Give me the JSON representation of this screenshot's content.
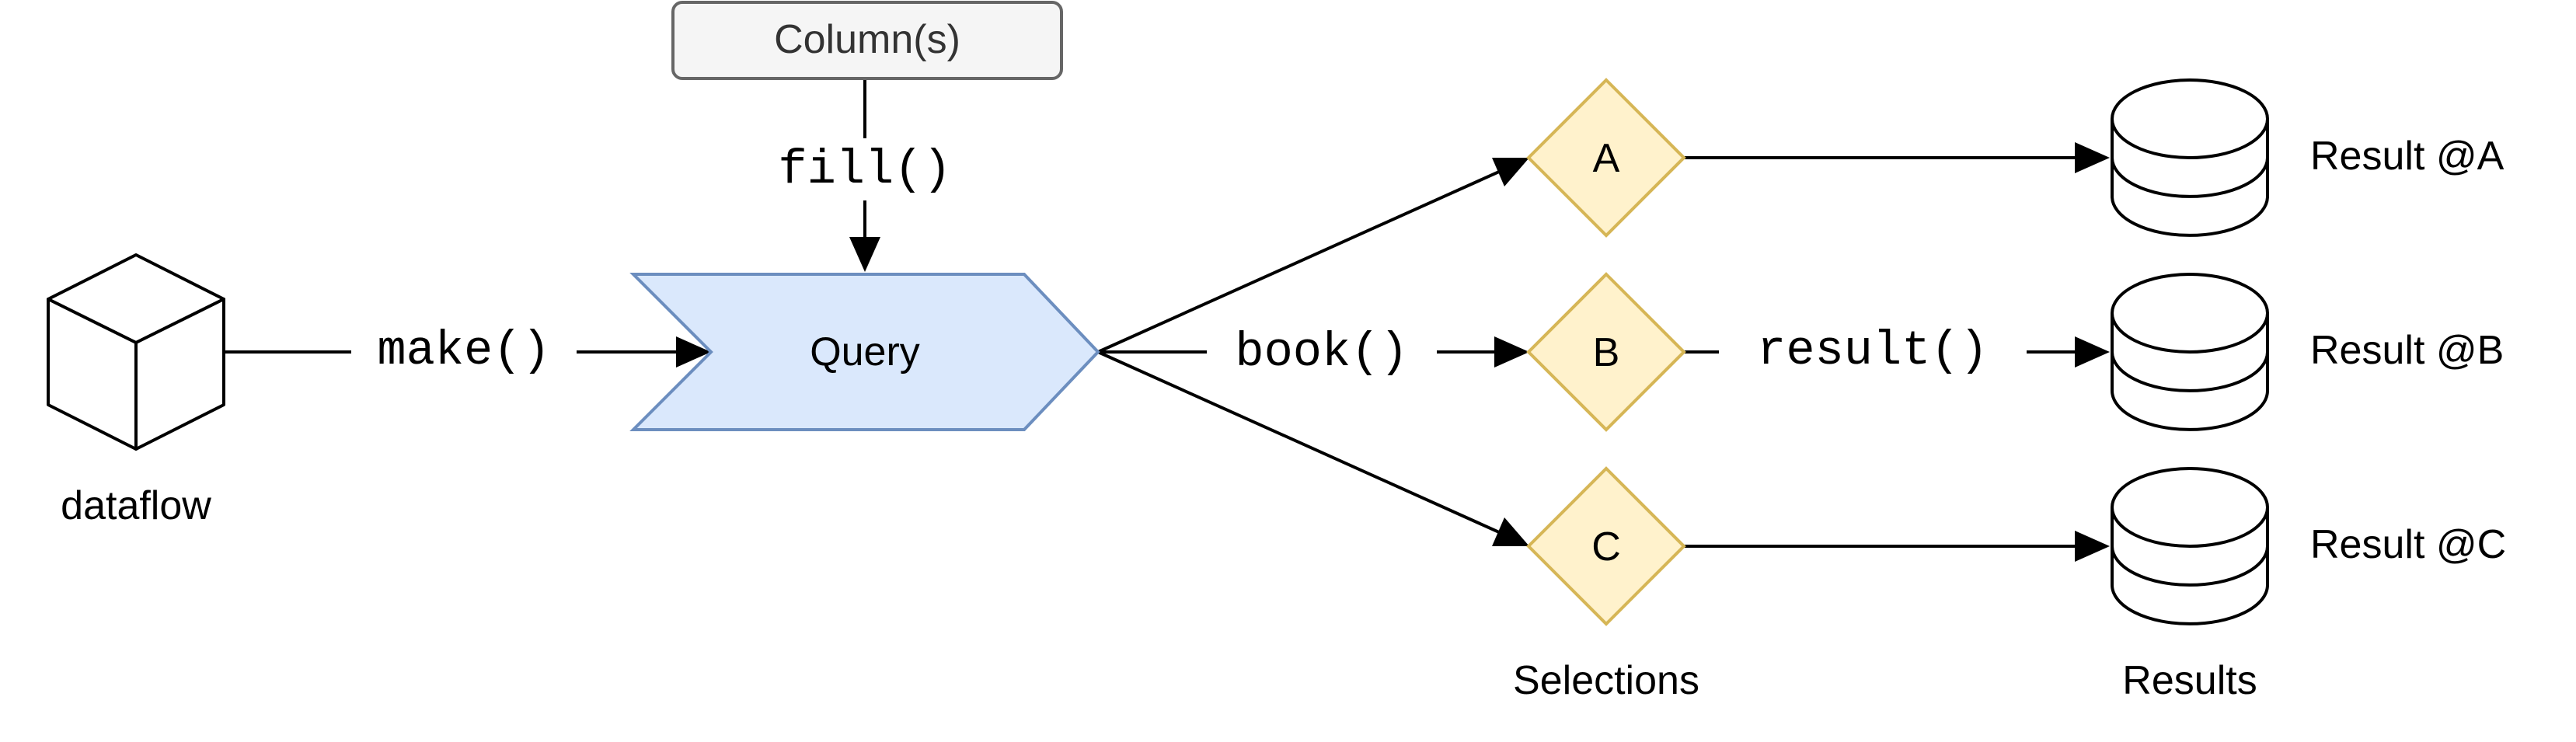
{
  "nodes": {
    "source": {
      "label": "dataflow"
    },
    "columns": {
      "label": "Column(s)"
    },
    "query": {
      "label": "Query"
    },
    "selections": [
      {
        "label": "A"
      },
      {
        "label": "B"
      },
      {
        "label": "C"
      }
    ],
    "results": [
      {
        "label": "Result @A"
      },
      {
        "label": "Result @B"
      },
      {
        "label": "Result @C"
      }
    ]
  },
  "edge_labels": {
    "make": "make()",
    "fill": "fill()",
    "book": "book()",
    "result": "result()"
  },
  "group_labels": {
    "selections": "Selections",
    "results": "Results"
  },
  "colors": {
    "query_fill": "#dae8fc",
    "query_stroke": "#6c8ebf",
    "selection_fill": "#fff2cc",
    "selection_stroke": "#d6b656",
    "columns_fill": "#f5f5f5",
    "columns_stroke": "#666666",
    "line": "#000000"
  }
}
